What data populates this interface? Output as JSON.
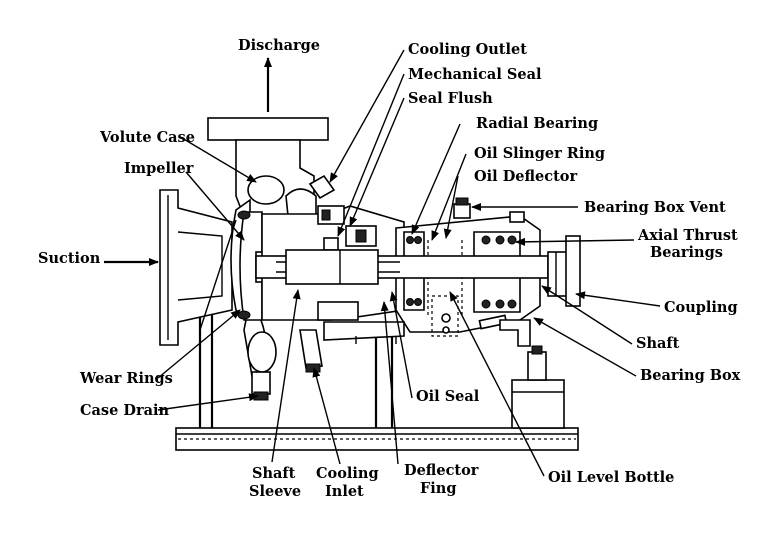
{
  "labels": {
    "discharge": "Discharge",
    "cooling_outlet": "Cooling Outlet",
    "mechanical_seal": "Mechanical Seal",
    "seal_flush": "Seal Flush",
    "radial_bearing": "Radial Bearing",
    "oil_slinger_ring": "Oil Slinger Ring",
    "oil_deflector": "Oil Deflector",
    "bearing_box_vent": "Bearing Box Vent",
    "axial_thrust_1": "Axial Thrust",
    "axial_thrust_2": "Bearings",
    "coupling": "Coupling",
    "shaft": "Shaft",
    "bearing_box": "Bearing Box",
    "volute_case": "Volute Case",
    "impeller": "Impeller",
    "suction": "Suction",
    "wear_rings": "Wear Rings",
    "case_drain": "Case Drain",
    "oil_seal": "Oil Seal",
    "shaft_sleeve_1": "Shaft",
    "shaft_sleeve_2": "Sleeve",
    "cooling_inlet_1": "Cooling",
    "cooling_inlet_2": "Inlet",
    "deflector_fing_1": "Deflector",
    "deflector_fing_2": "Fing",
    "oil_level_bottle": "Oil Level Bottle"
  }
}
